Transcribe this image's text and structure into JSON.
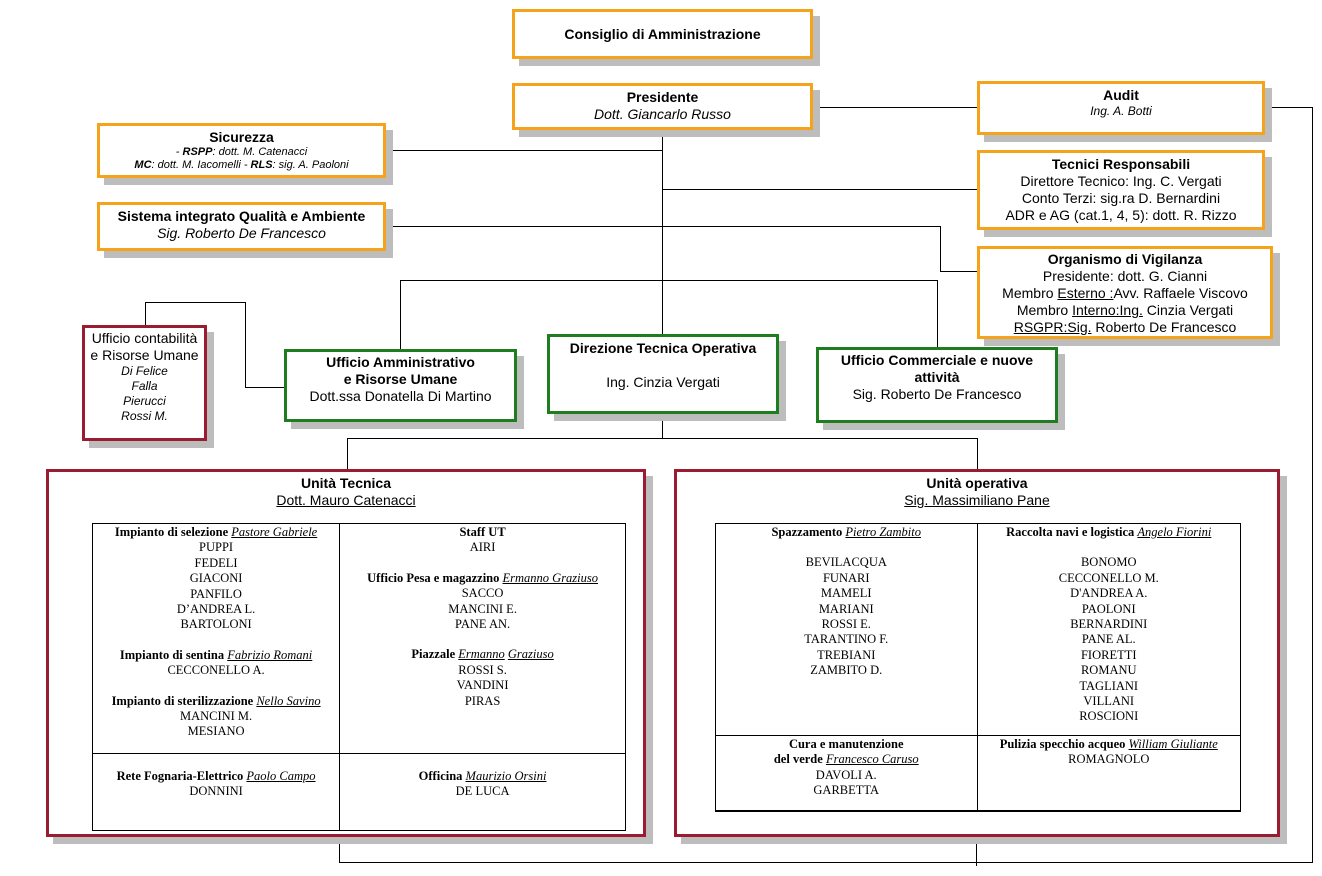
{
  "board": {
    "title": "Consiglio di Amministrazione"
  },
  "president": {
    "title": "Presidente",
    "name": "Dott. Giancarlo Russo"
  },
  "audit": {
    "title": "Audit",
    "name": "Ing. A. Botti"
  },
  "security": {
    "title": "Sicurezza",
    "line1_role": "RSPP",
    "line1_text": ": dott. M. Catenacci",
    "line2_role_mc": "MC",
    "line2_text_mc": ": dott. M. Iacomelli - ",
    "line2_role_rls": "RLS",
    "line2_text_rls": ": sig. A. Paoloni"
  },
  "quality": {
    "title": "Sistema integrato Qualità e Ambiente",
    "name": "Sig. Roberto De Francesco"
  },
  "technical_managers": {
    "title": "Tecnici Responsabili",
    "lines": [
      "Direttore Tecnico: Ing. C. Vergati",
      "Conto Terzi: sig.ra D. Bernardini",
      "ADR e AG (cat.1, 4, 5): dott. R. Rizzo"
    ]
  },
  "oversight": {
    "title": "Organismo di Vigilanza",
    "line1": "Presidente: dott. G. Cianni",
    "line2_a": "Membro ",
    "line2_b": "Esterno :",
    "line2_c": "Avv. Raffaele Viscovo",
    "line3_a": "Membro ",
    "line3_b": "Interno:Ing.",
    "line3_c": " Cinzia Vergati",
    "line4_a": "RSGPR:Sig.",
    "line4_b": " Roberto De Francesco"
  },
  "accounting": {
    "title_1": "Ufficio contabilità",
    "title_2": "e Risorse Umane",
    "members": [
      "Di Felice",
      "Falla",
      "Pierucci",
      "Rossi M."
    ]
  },
  "admin_office": {
    "title_1": "Ufficio Amministrativo",
    "title_2": "e Risorse Umane",
    "name": "Dott.ssa Donatella Di Martino"
  },
  "tech_direction": {
    "title": "Direzione Tecnica Operativa",
    "name": "Ing. Cinzia Vergati"
  },
  "commercial": {
    "title": "Ufficio Commerciale e nuove attività",
    "name": "Sig. Roberto De Francesco"
  },
  "tech_unit": {
    "title": "Unità Tecnica",
    "head": "Dott. Mauro Catenacci",
    "cells": {
      "selection": {
        "label": "Impianto di selezione ",
        "lead": "Pastore Gabriele",
        "members": [
          "PUPPI",
          "FEDELI",
          "GIACONI",
          "PANFILO",
          "D’ANDREA L.",
          "BARTOLONI"
        ]
      },
      "bilge": {
        "label": "Impianto di sentina ",
        "lead": "Fabrizio Romani",
        "members": [
          "CECCONELLO A."
        ]
      },
      "sterilization": {
        "label": "Impianto di sterilizzazione ",
        "lead": "Nello Savino",
        "members": [
          "MANCINI M.",
          "MESIANO"
        ]
      },
      "staff": {
        "label": "Staff UT",
        "members": [
          "AIRI"
        ]
      },
      "weigh": {
        "label": "Ufficio Pesa e magazzino ",
        "lead": "Ermanno Graziuso",
        "members": [
          "SACCO",
          "MANCINI E.",
          "PANE AN."
        ]
      },
      "yard": {
        "label": "Piazzale ",
        "lead_1": "Ermanno",
        "lead_2": "Graziuso",
        "members": [
          "ROSSI S.",
          "VANDINI",
          "PIRAS"
        ]
      },
      "sewer": {
        "label": "Rete Fognaria-Elettrico ",
        "lead": "Paolo Campo",
        "members": [
          "DONNINI"
        ]
      },
      "workshop": {
        "label": "Officina ",
        "lead": "Maurizio Orsini",
        "members": [
          "DE LUCA"
        ]
      }
    }
  },
  "op_unit": {
    "title": "Unità operativa",
    "head": "Sig. Massimiliano Pane",
    "cells": {
      "sweeping": {
        "label": "Spazzamento ",
        "lead": "Pietro Zambito",
        "members": [
          "BEVILACQUA",
          "FUNARI",
          "MAMELI",
          "MARIANI",
          "ROSSI E.",
          "TARANTINO F.",
          "TREBIANI",
          "ZAMBITO D."
        ]
      },
      "ships": {
        "label": "Raccolta navi e logistica ",
        "lead": "Angelo Fiorini",
        "members": [
          "BONOMO",
          "CECCONELLO M.",
          "D'ANDREA A.",
          "PAOLONI",
          "BERNARDINI",
          "PANE AL.",
          "FIORETTI",
          "ROMANU",
          "TAGLIANI",
          "VILLANI",
          "ROSCIONI"
        ]
      },
      "green": {
        "label_1": "Cura e manutenzione",
        "label_2": "del verde ",
        "lead": "Francesco Caruso",
        "members": [
          "DAVOLI A.",
          "GARBETTA"
        ]
      },
      "water": {
        "label": "Pulizia specchio acqueo ",
        "lead": "William Giuliante",
        "members": [
          "ROMAGNOLO"
        ]
      }
    }
  }
}
